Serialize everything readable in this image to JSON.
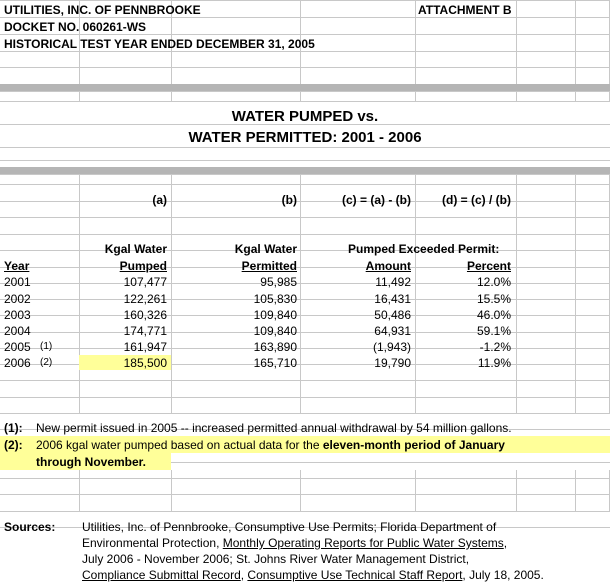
{
  "header": {
    "company": "UTILITIES, INC. OF PENNBROOKE",
    "attachment": "ATTACHMENT B",
    "docket": "DOCKET NO. 060261-WS",
    "test_year": "HISTORICAL TEST YEAR ENDED DECEMBER 31, 2005"
  },
  "title": {
    "line1": "WATER PUMPED vs.",
    "line2": "WATER PERMITTED:  2001 - 2006"
  },
  "columns": {
    "codes": [
      "(a)",
      "(b)",
      "(c) = (a) - (b)",
      "(d) = (c) / (b)"
    ],
    "kgal_water_1": "Kgal Water",
    "kgal_water_2": "Kgal Water",
    "pumped_exceeded": "Pumped Exceeded Permit:",
    "year": "Year",
    "pumped": "Pumped",
    "permitted": "Permitted",
    "amount": "Amount",
    "percent": "Percent"
  },
  "rows": [
    {
      "year": "2001",
      "note": "",
      "pumped": "107,477",
      "permitted": "95,985",
      "amount": "11,492",
      "percent": "12.0%"
    },
    {
      "year": "2002",
      "note": "",
      "pumped": "122,261",
      "permitted": "105,830",
      "amount": "16,431",
      "percent": "15.5%"
    },
    {
      "year": "2003",
      "note": "",
      "pumped": "160,326",
      "permitted": "109,840",
      "amount": "50,486",
      "percent": "46.0%"
    },
    {
      "year": "2004",
      "note": "",
      "pumped": "174,771",
      "permitted": "109,840",
      "amount": "64,931",
      "percent": "59.1%"
    },
    {
      "year": "2005",
      "note": "(1)",
      "pumped": "161,947",
      "permitted": "163,890",
      "amount": "(1,943)",
      "percent": "-1.2%"
    },
    {
      "year": "2006",
      "note": "(2)",
      "pumped": "185,500",
      "permitted": "165,710",
      "amount": "19,790",
      "percent": "11.9%"
    }
  ],
  "notes": {
    "n1_label": "(1):",
    "n1_text": "New permit issued in 2005 -- increased permitted annual withdrawal by 54 million gallons.",
    "n2_label": "(2):",
    "n2_text_a": "2006 kgal water pumped based on actual data for the ",
    "n2_text_b": "eleven-month period of January",
    "n2_text_c": "through November."
  },
  "sources": {
    "label": "Sources:",
    "line1": "Utilities, Inc. of Pennbrooke, Consumptive Use Permits; Florida Department of",
    "line2_a": "Environmental Protection, ",
    "line2_b": "Monthly Operating Reports for Public Water Systems",
    "line2_c": ",",
    "line3": "July 2006 - November 2006; St. Johns River Water Management District,",
    "line4_a": "Compliance Submittal Record",
    "line4_b": ", ",
    "line4_c": "Consumptive Use Technical Staff Report",
    "line4_d": ", July 18, 2005."
  },
  "colors": {
    "highlight": "#ffff99",
    "gridline": "#c8c8c8",
    "band": "#b5b5b5"
  }
}
